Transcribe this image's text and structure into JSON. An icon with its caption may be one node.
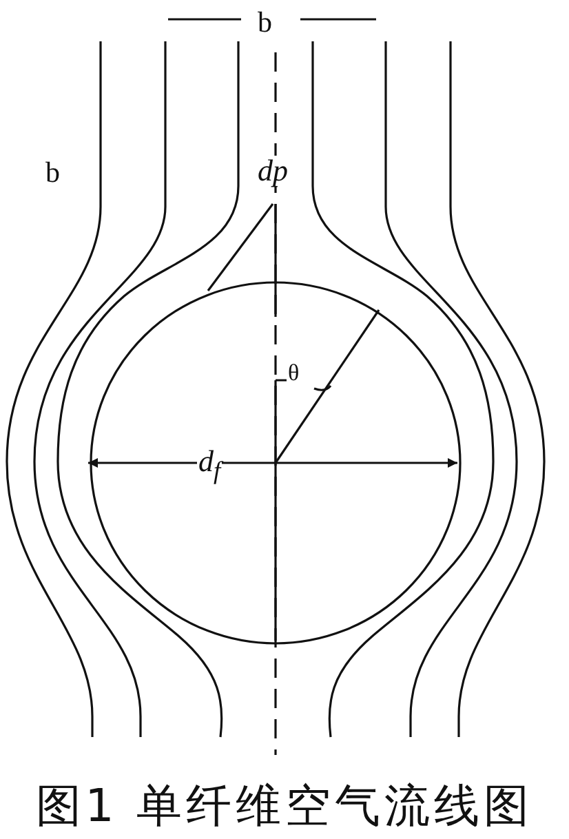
{
  "diagram": {
    "caption": "图1 单纤维空气流线图",
    "labels": [
      "b",
      "b",
      "dp",
      "θ",
      "d$_{f}$"
    ]
  }
}
